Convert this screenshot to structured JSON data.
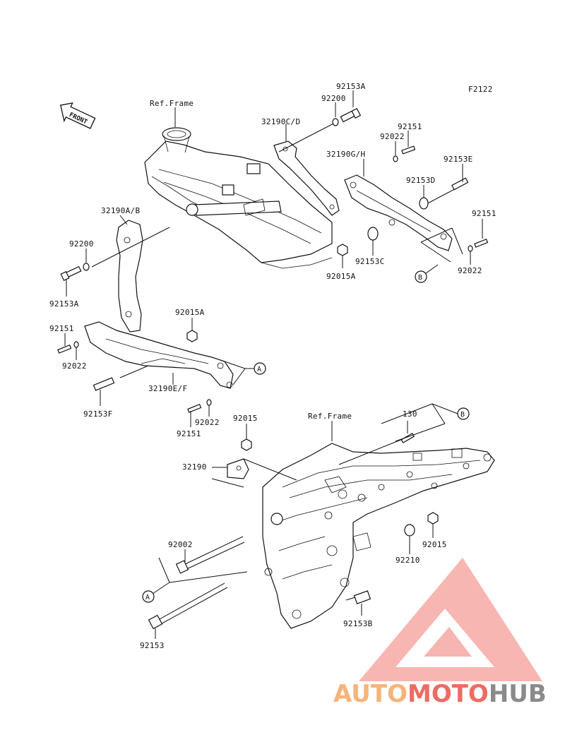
{
  "figure_code": "F2122",
  "front_label": "FRONT",
  "ref_frame_top": "Ref.Frame",
  "ref_frame_bottom": "Ref.Frame",
  "ref_markers": {
    "a": "A",
    "b": "B"
  },
  "parts": {
    "p92153A_top": "92153A",
    "p92200_top": "92200",
    "p32190CD": "32190C/D",
    "p92151_top": "92151",
    "p92022_top": "92022",
    "p32190GH": "32190G/H",
    "p92153E": "92153E",
    "p92153D": "92153D",
    "p92151_right": "92151",
    "p92022_right": "92022",
    "p92153C": "92153C",
    "p92015A_top": "92015A",
    "p32190AB": "32190A/B",
    "p92200_left": "92200",
    "p92153A_left": "92153A",
    "p92015A_mid": "92015A",
    "p92151_left": "92151",
    "p92022_left": "92022",
    "p32190EF": "32190E/F",
    "p92153F": "92153F",
    "p92022_mid": "92022",
    "p92151_mid": "92151",
    "p92015_top": "92015",
    "p130": "130",
    "p32190": "32190",
    "p92002": "92002",
    "p92015_right": "92015",
    "p92210": "92210",
    "p92153B": "92153B",
    "p92153": "92153"
  },
  "watermark": {
    "part1": "AUTO",
    "part2": "MOTO",
    "part3": "HUB"
  },
  "colors": {
    "watermark_orange": "#f6b37a",
    "watermark_red": "#ee6b63",
    "watermark_gray": "#8a8a8a",
    "line": "#111111"
  }
}
